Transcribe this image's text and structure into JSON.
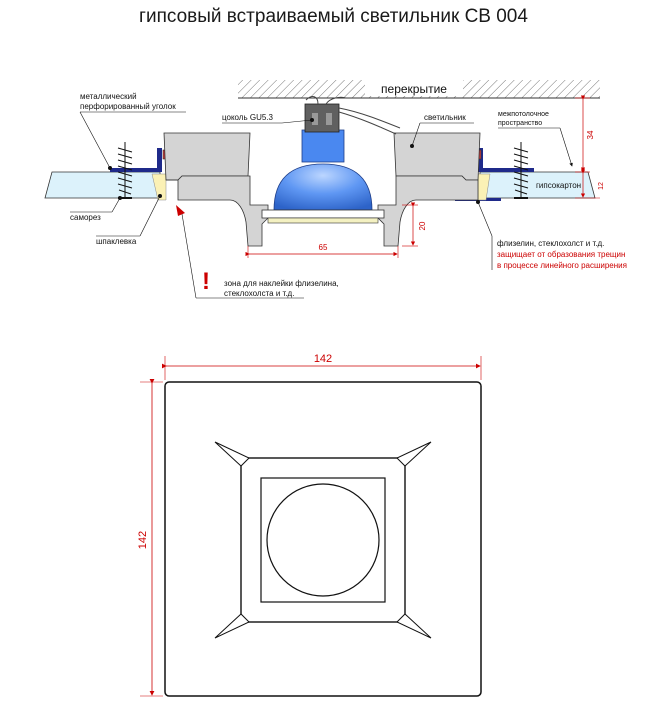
{
  "title": "гипсовый встраиваемый светильник СВ 004",
  "labels": {
    "ceiling": "перекрытие",
    "metal_corner_line1": "металлический",
    "metal_corner_line2": "перфорированный уголок",
    "socket": "цоколь GU5.3",
    "fixture": "светильник",
    "interceiling_line1": "межпотолочное",
    "interceiling_line2": "пространство",
    "drywall": "гипсокартон",
    "screw": "саморез",
    "putty": "шпаклевка",
    "zone_line1": "зона для наклейки флизелина,",
    "zone_line2": "стеклохолста и т.д.",
    "fleece_line1": "флизелин, стеклохолст и т.д.",
    "fleece_line2": "защищает от образования трещин",
    "fleece_line3": "в процессе линейного расширения",
    "exclamation": "!"
  },
  "dimensions": {
    "interceiling": "34",
    "drywall_thickness": "12",
    "depth": "20",
    "opening": "65",
    "width": "142",
    "height": "142"
  },
  "colors": {
    "dimension": "#cc0000",
    "plaster": "#d4d4d4",
    "drywall": "#dcf2fb",
    "lamp": "#4a88f0",
    "profile": "#1f2a8a",
    "screw_plug": "#d13a3a"
  }
}
